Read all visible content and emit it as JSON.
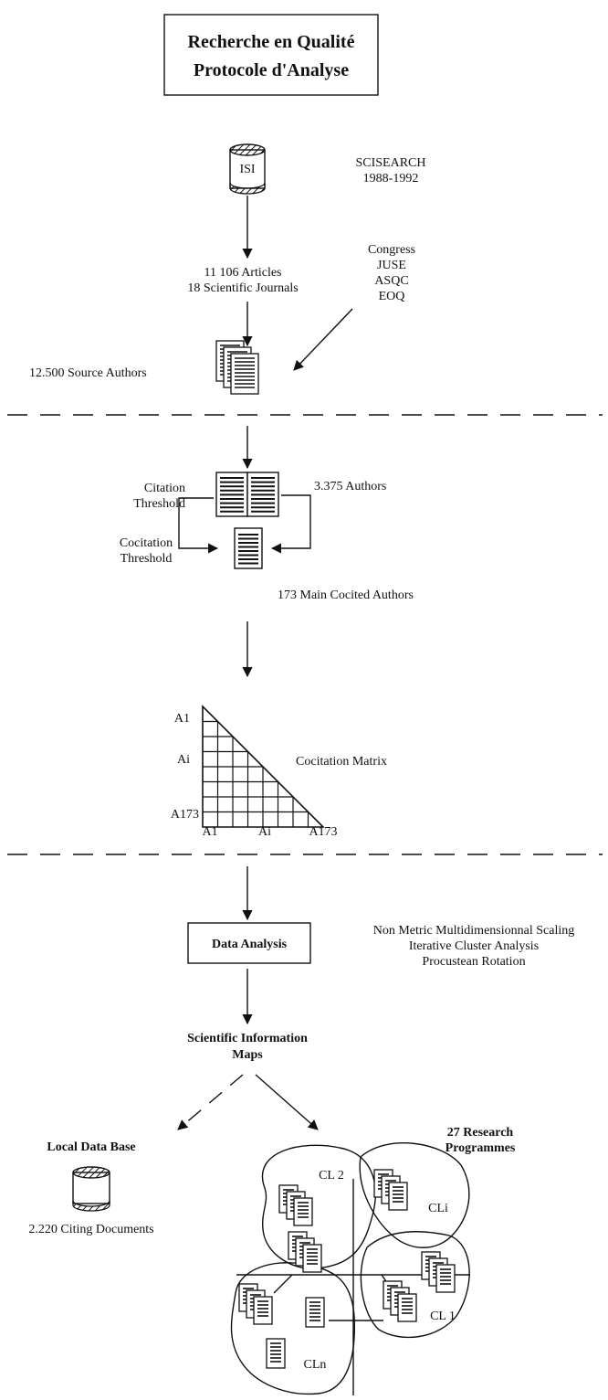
{
  "title": {
    "line1": "Recherche en Qualité",
    "line2": "Protocole d'Analyse"
  },
  "source": {
    "db_label": "ISI",
    "name": "SCISEARCH",
    "years": "1988-1992"
  },
  "corpus": {
    "line1": "11 106 Articles",
    "line2": "18 Scientific Journals"
  },
  "congress": {
    "items": [
      "Congress",
      "JUSE",
      "ASQC",
      "EOQ"
    ]
  },
  "source_authors": "12.500 Source Authors",
  "citation_threshold": {
    "line1": "Citation",
    "line2": "Threshold"
  },
  "cocitation_threshold": {
    "line1": "Cocitation",
    "line2": "Threshold"
  },
  "authors_count": "3.375 Authors",
  "main_cocited": "173 Main Cocited Authors",
  "matrix": {
    "label": "Cocitation Matrix",
    "row_labels": [
      "A1",
      "Ai",
      "A173"
    ],
    "col_labels": [
      "A1",
      "Ai",
      "A173"
    ]
  },
  "analysis": {
    "box_label": "Data Analysis",
    "methods": [
      "Non Metric Multidimensionnal Scaling",
      "Iterative Cluster Analysis",
      "Procustean Rotation"
    ]
  },
  "maps": {
    "line1": "Scientific Information",
    "line2": "Maps"
  },
  "local_db": {
    "title": "Local Data Base",
    "caption": "2.220 Citing Documents"
  },
  "research": {
    "line1": "27 Research",
    "line2": "Programmes"
  },
  "clusters": [
    "CL 2",
    "CLi",
    "CL 1",
    "CLn"
  ]
}
